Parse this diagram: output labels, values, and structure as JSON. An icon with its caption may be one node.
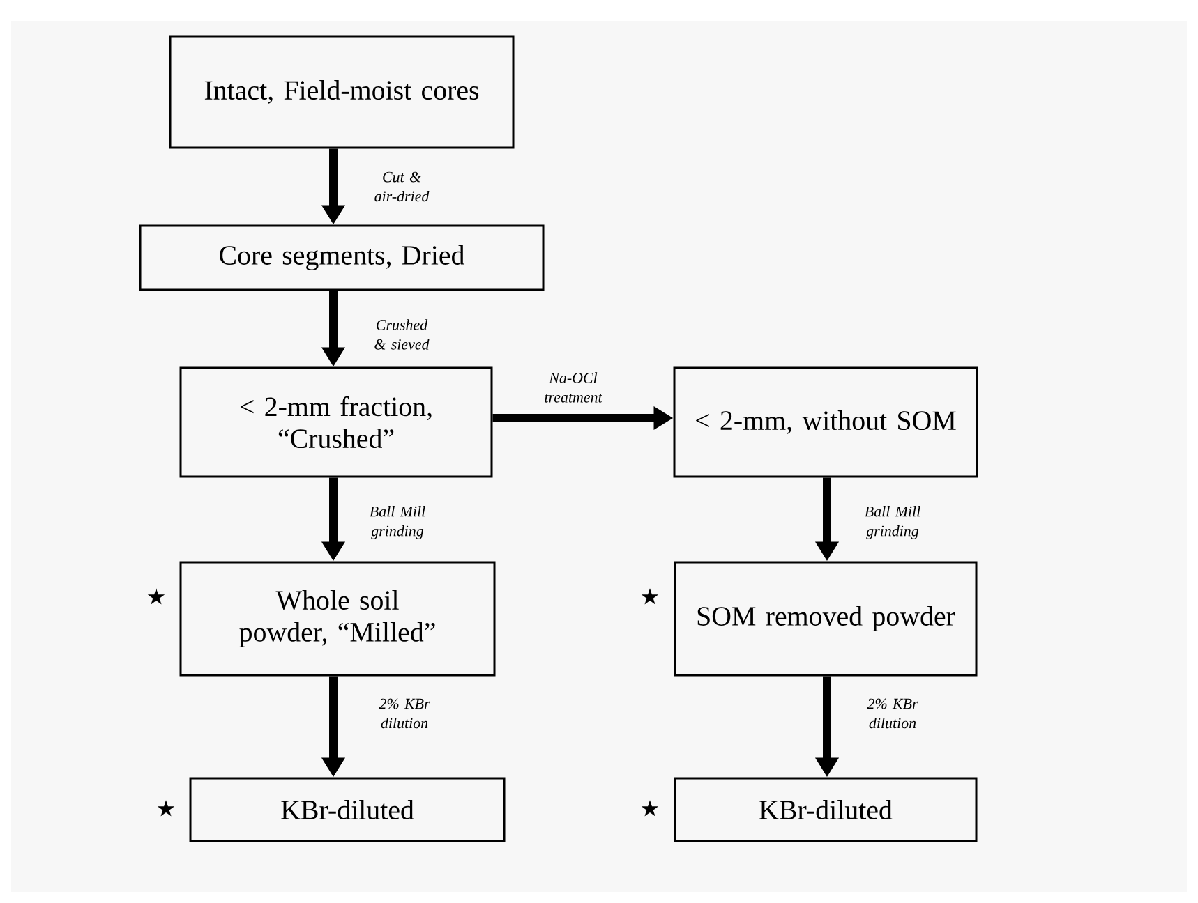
{
  "diagram": {
    "nodes": [
      {
        "text": [
          "Intact, Field-moist cores"
        ]
      },
      {
        "text": [
          "Core segments, Dried"
        ]
      },
      {
        "text": [
          "< 2-mm fraction, “Crushed”"
        ]
      },
      {
        "text": [
          "< 2-mm, without SOM"
        ]
      },
      {
        "text": [
          "Whole soil powder, “Milled”"
        ],
        "beside": [
          "★"
        ]
      },
      {
        "text": [
          "SOM removed powder"
        ],
        "beside": [
          "★"
        ]
      },
      {
        "text": [
          "KBr-diluted"
        ],
        "beside": [
          "★"
        ]
      },
      {
        "text": [
          "KBr-diluted"
        ],
        "beside": [
          "★"
        ]
      }
    ],
    "edges": [
      {
        "from": 0,
        "to": 1,
        "arrow": "to",
        "label": "Cut & air-dried"
      },
      {
        "from": 1,
        "to": 2,
        "arrow": "to",
        "label": "Crushed & sieved"
      },
      {
        "from": 2,
        "to": 3,
        "arrow": "to",
        "label": "Na-OCl treatment"
      },
      {
        "from": 2,
        "to": 4,
        "arrow": "to",
        "label": "Ball Mill grinding"
      },
      {
        "from": 3,
        "to": 5,
        "arrow": "to",
        "label": "Ball Mill grinding"
      },
      {
        "from": 4,
        "to": 6,
        "arrow": "to",
        "label": "2% KBr dilution"
      },
      {
        "from": 5,
        "to": 7,
        "arrow": "to",
        "label": "2% KBr dilution"
      }
    ]
  }
}
